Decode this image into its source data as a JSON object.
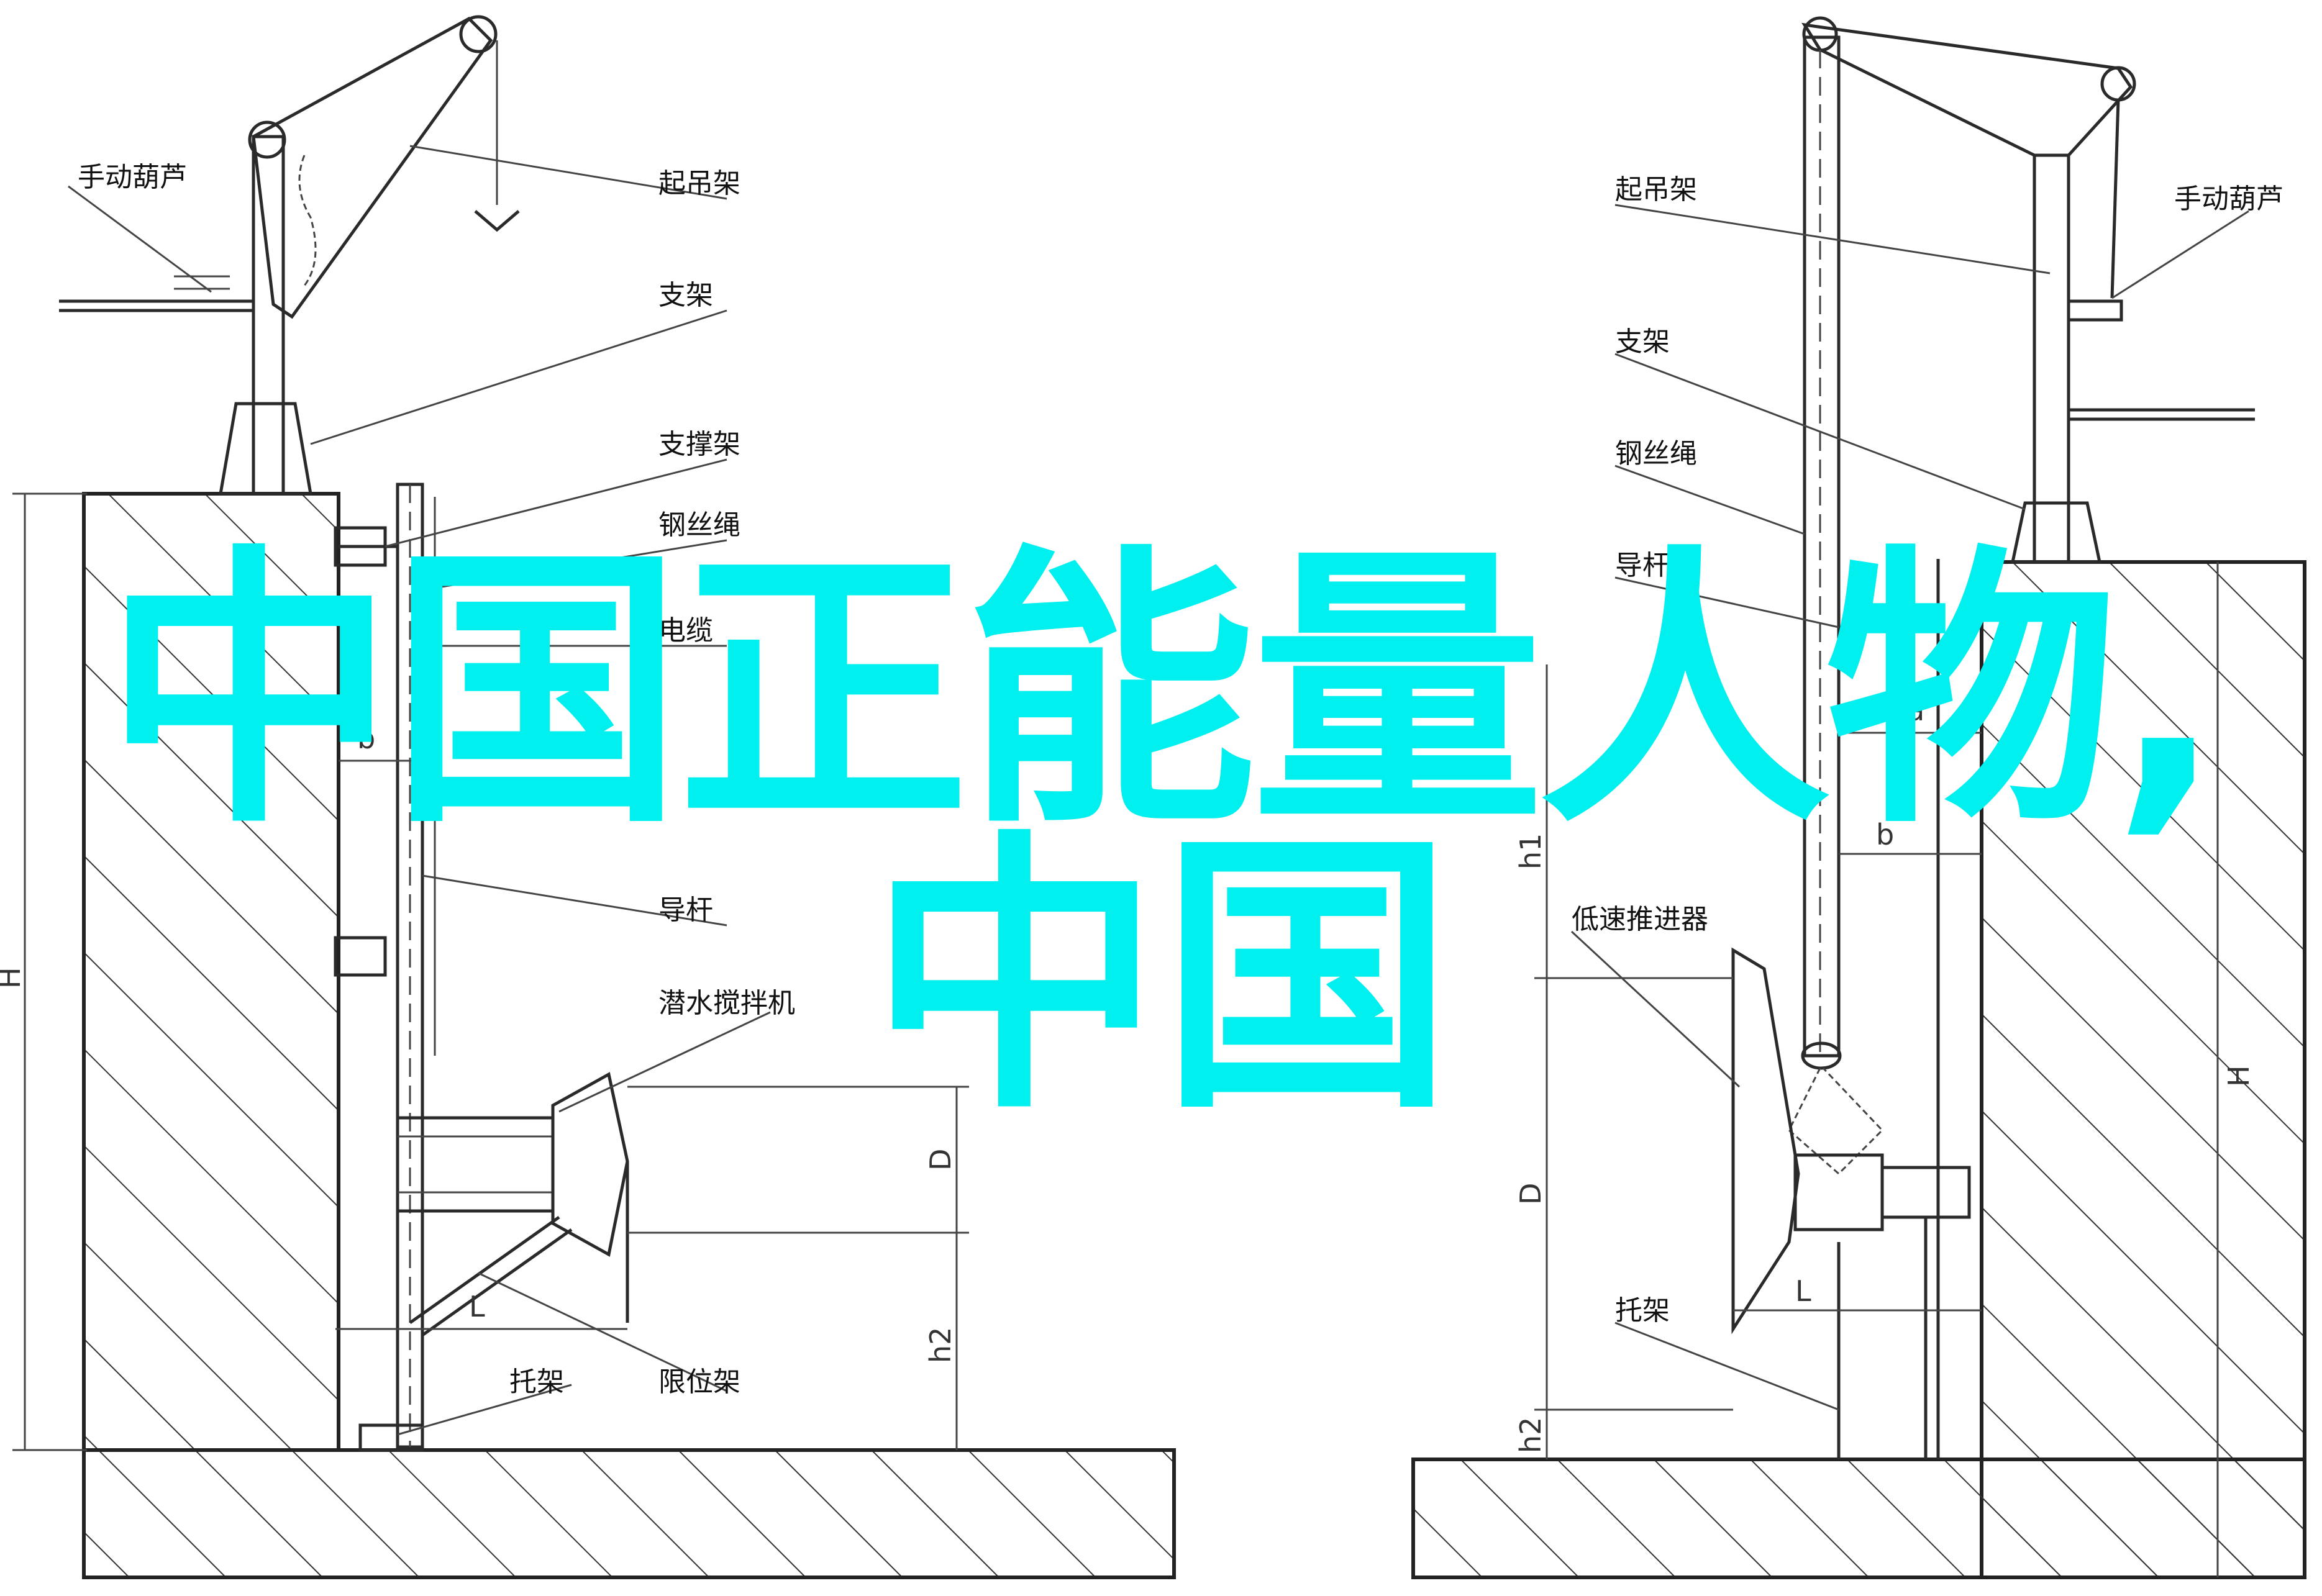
{
  "colors": {
    "overlay": "#00f0f0",
    "line": "#2a2a2a"
  },
  "overlay": {
    "line1": "中国正能量人物,",
    "line2": "中国"
  },
  "left_diagram": {
    "labels": {
      "hand_hoist": "手动葫芦",
      "lifting_frame": "起吊架",
      "bracket": "支架",
      "support_frame": "支撑架",
      "wire_rope": "钢丝绳",
      "cable": "电缆",
      "guide_rod": "导杆",
      "submersible_mixer": "潜水搅拌机",
      "limit_frame": "限位架",
      "support_bracket": "托架"
    },
    "dims": {
      "H": "H",
      "b": "b",
      "D": "D",
      "L": "L",
      "h2": "h2"
    }
  },
  "right_diagram": {
    "labels": {
      "lifting_frame": "起吊架",
      "hand_hoist": "手动葫芦",
      "bracket": "支架",
      "wire_rope": "钢丝绳",
      "guide_rod": "导杆",
      "low_speed_propeller": "低速推进器",
      "support_bracket": "托架"
    },
    "dims": {
      "a": "a",
      "b": "b",
      "h1": "h1",
      "D": "D",
      "L": "L",
      "h2": "h2",
      "H": "H"
    }
  }
}
